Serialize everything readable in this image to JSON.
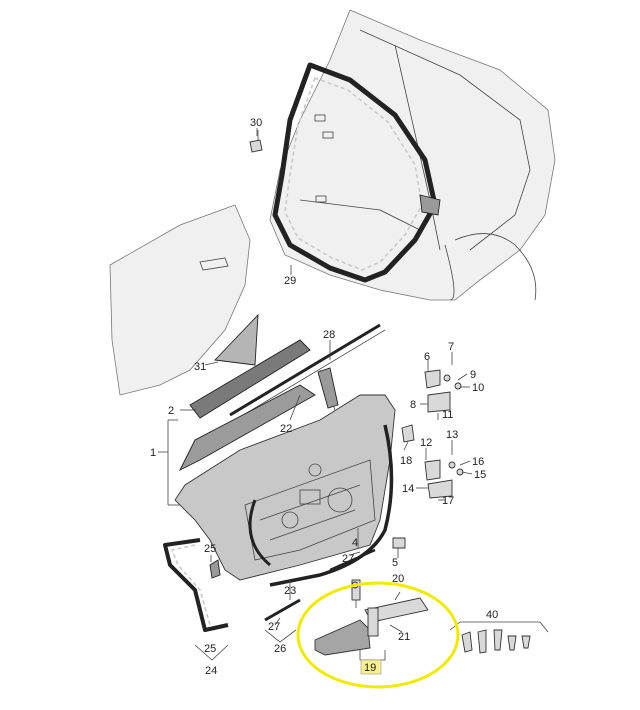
{
  "diagram": {
    "part_numbers": {
      "p1": "1",
      "p2": "2",
      "p4": "4",
      "p5": "5",
      "p6": "6",
      "p7": "7",
      "p8": "8",
      "p9": "9",
      "p10": "10",
      "p11": "11",
      "p12": "12",
      "p13": "13",
      "p14": "14",
      "p15": "15",
      "p16": "16",
      "p17": "17",
      "p18": "18",
      "p19": "19",
      "p20": "20",
      "p21": "21",
      "p22": "22",
      "p23": "23",
      "p24": "24",
      "p25a": "25",
      "p25b": "25",
      "p26": "26",
      "p27a": "27",
      "p27b": "27",
      "p28": "28",
      "p29": "29",
      "p30": "30",
      "p31": "31",
      "p40": "40"
    },
    "colors": {
      "highlight_circle": "#f2ea00",
      "label19_box": "#f6f08a"
    }
  }
}
